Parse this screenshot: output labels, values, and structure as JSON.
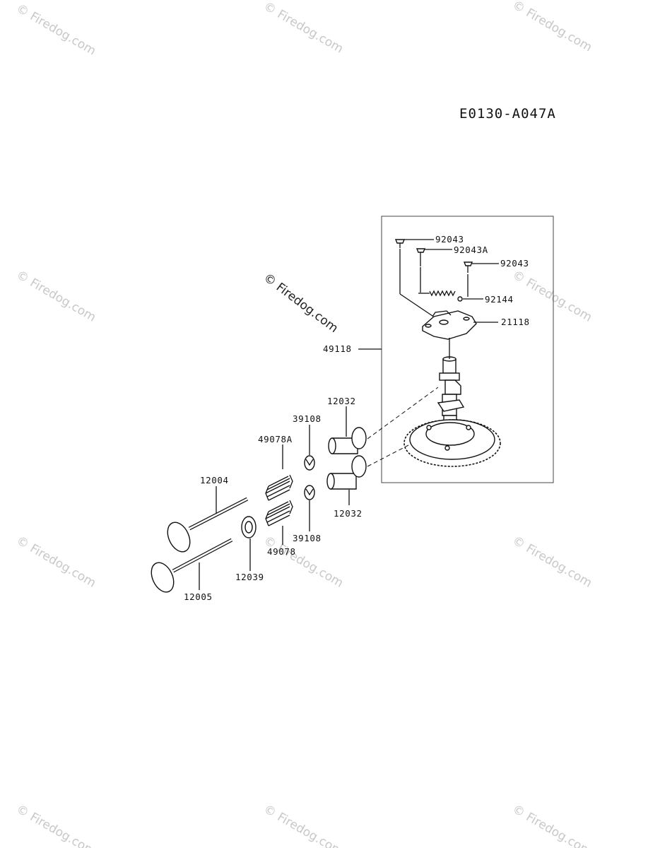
{
  "diagram_code": "E0130-A047A",
  "watermarks": {
    "main": "© Firedog.com",
    "tile": "© Firedog.com"
  },
  "callouts": {
    "p92043_top": "92043",
    "p92043A": "92043A",
    "p92043_right": "92043",
    "p92144": "92144",
    "p21118": "21118",
    "p49118": "49118",
    "p12032_top": "12032",
    "p39108_top": "39108",
    "p49078A": "49078A",
    "p12004": "12004",
    "p12032_bottom": "12032",
    "p39108_bottom": "39108",
    "p49078": "49078",
    "p12039": "12039",
    "p12005": "12005"
  },
  "colors": {
    "line": "#111111",
    "watermark": "#c8c8c8"
  }
}
